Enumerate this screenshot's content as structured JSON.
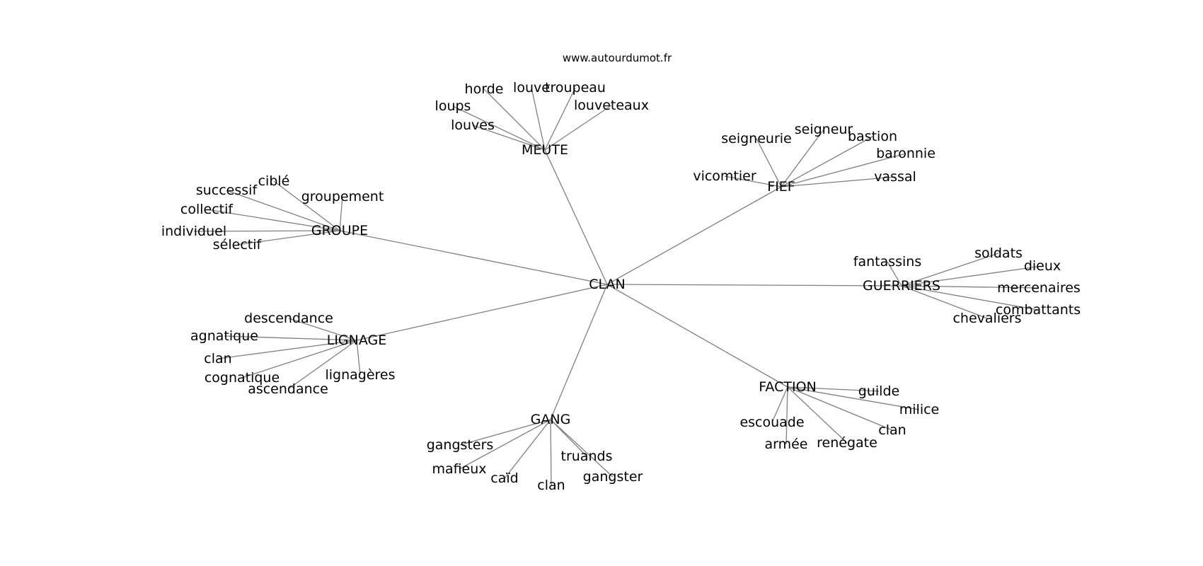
{
  "source": "www.autourdumot.fr",
  "root": "CLAN",
  "groups": [
    {
      "label": "MEUTE",
      "words": [
        "horde",
        "louve",
        "troupeau",
        "loups",
        "louveteaux",
        "louves"
      ]
    },
    {
      "label": "FIEF",
      "words": [
        "seigneurie",
        "seigneur",
        "bastion",
        "baronnie",
        "vicomtier",
        "vassal"
      ]
    },
    {
      "label": "GROUPE",
      "words": [
        "ciblé",
        "successif",
        "groupement",
        "collectif",
        "individuel",
        "sélectif"
      ]
    },
    {
      "label": "GUERRIERS",
      "words": [
        "fantassins",
        "soldats",
        "dieux",
        "mercenaires",
        "combattants",
        "chevaliers"
      ]
    },
    {
      "label": "LIGNAGE",
      "words": [
        "descendance",
        "agnatique",
        "clan",
        "cognatique",
        "ascendance",
        "lignagères"
      ]
    },
    {
      "label": "FACTION",
      "words": [
        "guilde",
        "milice",
        "escouade",
        "clan",
        "armée",
        "renégate"
      ]
    },
    {
      "label": "GANG",
      "words": [
        "gangsters",
        "truands",
        "mafieux",
        "gangster",
        "caïd",
        "clan"
      ]
    }
  ]
}
